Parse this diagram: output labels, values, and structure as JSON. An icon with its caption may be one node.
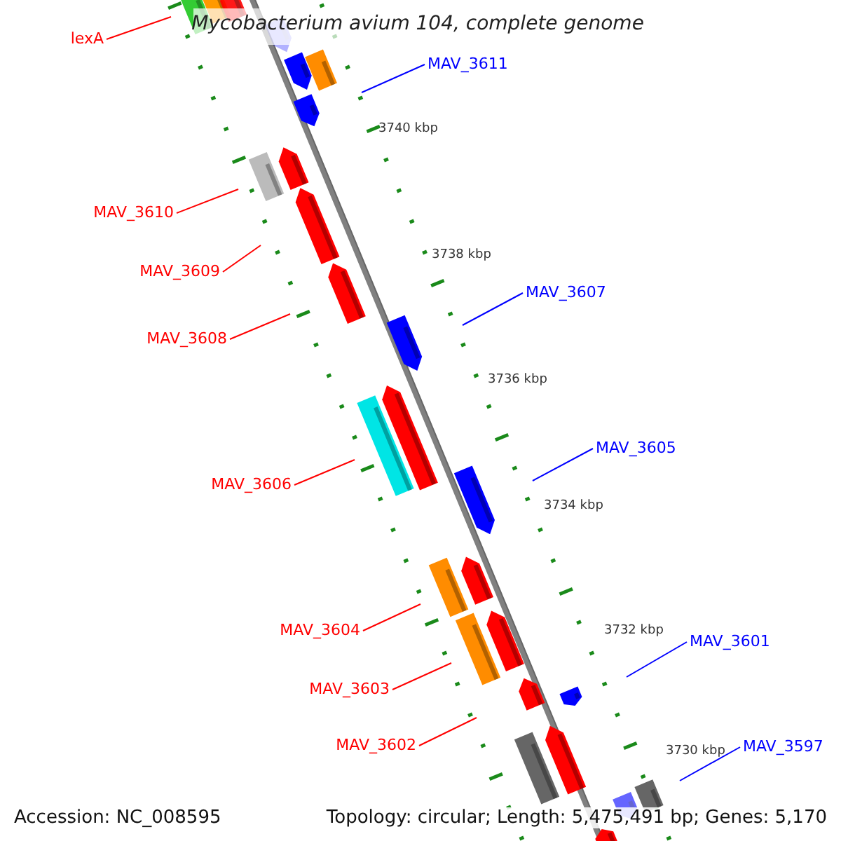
{
  "diagram": {
    "title": "Mycobacterium avium 104, complete genome",
    "nodes": [
      {
        "text": [
          "lexA"
        ]
      },
      {
        "text": [
          "MAV_3611"
        ]
      },
      {
        "text": [
          "MAV_3610"
        ]
      },
      {
        "text": [
          "MAV_3609"
        ]
      },
      {
        "text": [
          "MAV_3608"
        ]
      },
      {
        "text": [
          "MAV_3607"
        ]
      },
      {
        "text": [
          "MAV_3606"
        ]
      },
      {
        "text": [
          "MAV_3605"
        ]
      },
      {
        "text": [
          "MAV_3604"
        ]
      },
      {
        "text": [
          "MAV_3603"
        ]
      },
      {
        "text": [
          "MAV_3602"
        ]
      },
      {
        "text": [
          "MAV_3601"
        ]
      },
      {
        "text": [
          "MAV_3597"
        ]
      }
    ],
    "edges": [
      {
        "from": 0,
        "to": null,
        "arrow": "none"
      },
      {
        "from": 1,
        "to": null,
        "arrow": "none",
        "color": "#0000ff"
      },
      {
        "from": 2,
        "to": null,
        "arrow": "none"
      },
      {
        "from": 3,
        "to": null,
        "arrow": "none"
      },
      {
        "from": 4,
        "to": null,
        "arrow": "none"
      },
      {
        "from": 5,
        "to": null,
        "arrow": "none",
        "color": "#0000ff"
      },
      {
        "from": 6,
        "to": null,
        "arrow": "none"
      },
      {
        "from": 7,
        "to": null,
        "arrow": "none",
        "color": "#0000ff"
      },
      {
        "from": 8,
        "to": null,
        "arrow": "none"
      },
      {
        "from": 9,
        "to": null,
        "arrow": "none"
      },
      {
        "from": 10,
        "to": null,
        "arrow": "none"
      },
      {
        "from": 11,
        "to": null,
        "arrow": "none",
        "color": "#0000ff"
      },
      {
        "from": 12,
        "to": null,
        "arrow": "none",
        "color": "#0000ff"
      }
    ],
    "labels": [
      "3740 kbp",
      "3738 kbp",
      "3736 kbp",
      "3734 kbp",
      "3732 kbp",
      "3730 kbp",
      "Accession: NC_008595",
      "Topology: circular; Length: 5,475,491 bp; Genes: 5,170"
    ]
  }
}
